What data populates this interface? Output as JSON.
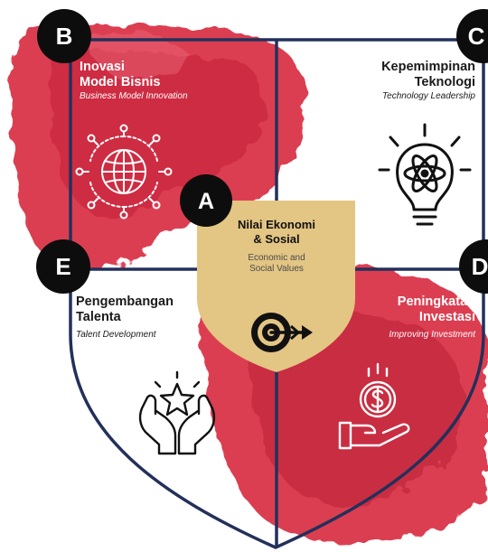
{
  "quadrants": {
    "b": {
      "letter": "B",
      "title_1": "Inovasi",
      "title_2": "Model Bisnis",
      "subtitle": "Business Model Innovation",
      "icon": "globe-network-icon"
    },
    "c": {
      "letter": "C",
      "title_1": "Kepemimpinan",
      "title_2": "Teknologi",
      "subtitle": "Technology Leadership",
      "icon": "lightbulb-atom-icon"
    },
    "e": {
      "letter": "E",
      "title_1": "Pengembangan",
      "title_2": "Talenta",
      "subtitle": "Talent Development",
      "icon": "hands-star-icon"
    },
    "d": {
      "letter": "D",
      "title_1": "Peningkatan",
      "title_2": "Investasi",
      "subtitle": "Improving Investment",
      "icon": "hand-coin-icon"
    }
  },
  "center": {
    "letter": "A",
    "title_1": "Nilai Ekonomi",
    "title_2": "& Sosial",
    "subtitle_1": "Economic and",
    "subtitle_2": "Social Values",
    "icon": "target-arrow-icon"
  },
  "colors": {
    "red": "#d8283e",
    "navy": "#23305a",
    "gold": "#e3c584",
    "badge": "#0d0d0d"
  }
}
